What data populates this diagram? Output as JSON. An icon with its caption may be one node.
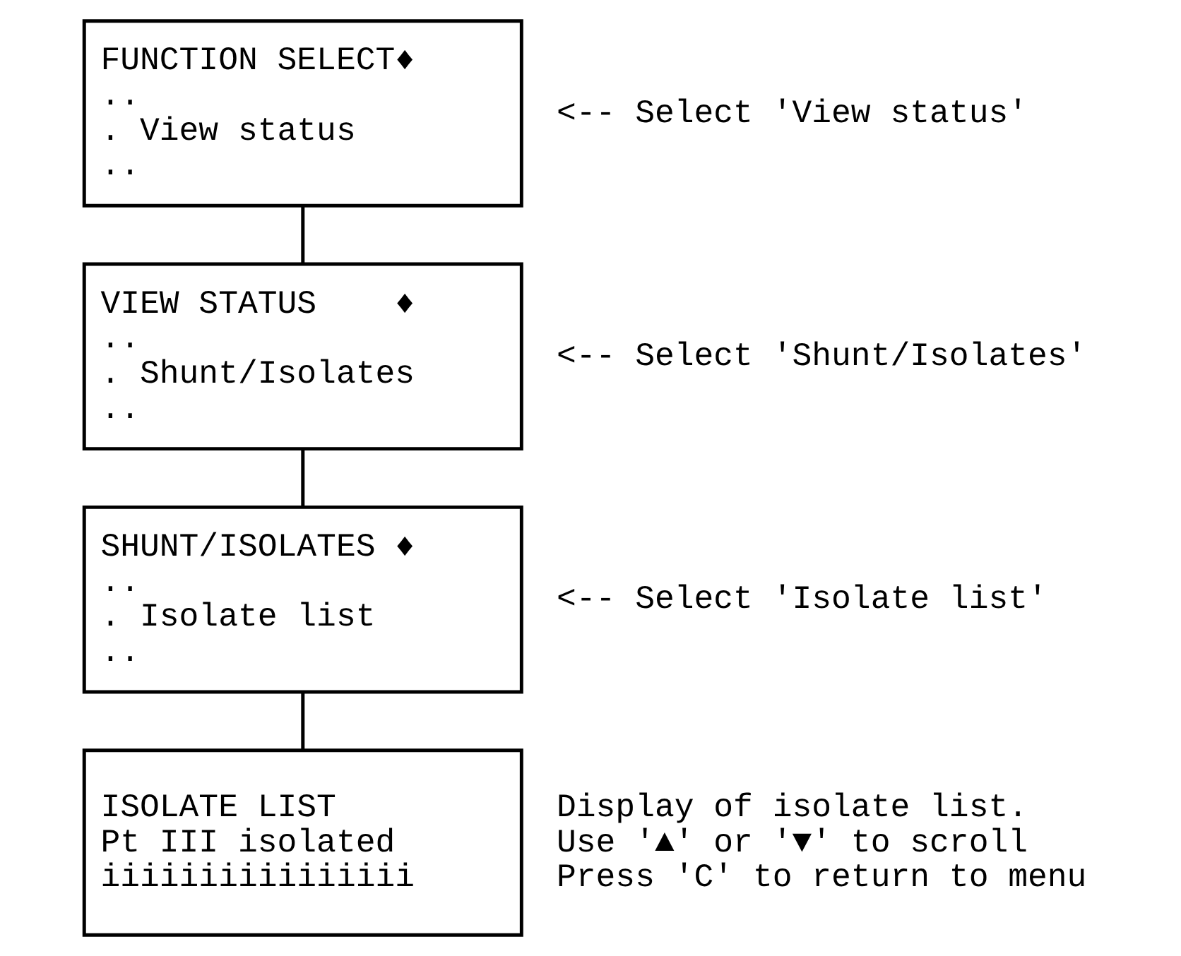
{
  "diagram": {
    "nodes": [
      {
        "text": [
          "FUNCTION SELECT♦",
          "..",
          ". View status",
          ".."
        ],
        "beside": [
          "<-- Select 'View status'"
        ]
      },
      {
        "text": [
          "VIEW STATUS    ♦",
          "..",
          ". Shunt/Isolates",
          ".."
        ],
        "beside": [
          "<-- Select 'Shunt/Isolates'"
        ]
      },
      {
        "text": [
          "SHUNT/ISOLATES ♦",
          "..",
          ". Isolate list",
          ".."
        ],
        "beside": [
          "<-- Select 'Isolate list'"
        ]
      },
      {
        "text": [
          "ISOLATE LIST",
          "Pt III isolated",
          "iiiiiiiiiiiiiiii"
        ],
        "beside": [
          "Display of isolate list.",
          "Use '▲' or '▼' to scroll",
          "Press 'C' to return to menu"
        ]
      }
    ],
    "edges": [
      {
        "from": 0,
        "to": 1,
        "arrow": "none"
      },
      {
        "from": 1,
        "to": 2,
        "arrow": "none"
      },
      {
        "from": 2,
        "to": 3,
        "arrow": "none"
      }
    ]
  }
}
